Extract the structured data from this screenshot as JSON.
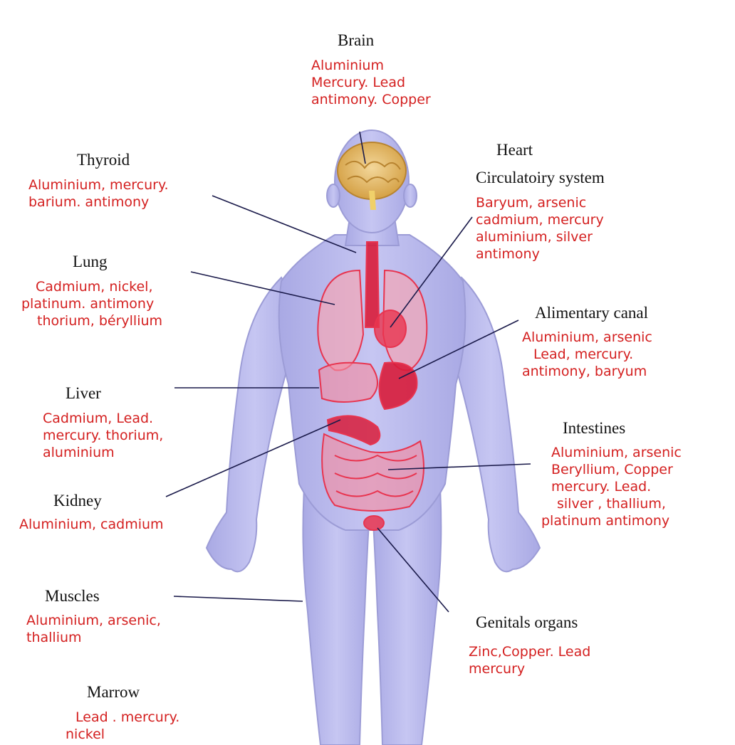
{
  "colors": {
    "organ_title": "#111111",
    "metal_text": "#d42020",
    "body_fill": "#b9b9ec",
    "organ_red": "#e8344f",
    "brain": "#e2b45a",
    "pointer_line": "#1a1a4a"
  },
  "labels": {
    "brain": {
      "title": "Brain",
      "metals": [
        "Aluminium",
        "Mercury. Lead",
        "antimony.  Copper"
      ]
    },
    "heart": {
      "title": "Heart",
      "metals": []
    },
    "circulatory": {
      "title": "Circulatoiry system",
      "metals": [
        "Baryum, arsenic",
        "cadmium, mercury",
        "aluminium, silver",
        "antimony"
      ]
    },
    "thyroid": {
      "title": "Thyroid",
      "metals": [
        "Aluminium, mercury.",
        "barium. antimony"
      ]
    },
    "lung": {
      "title": "Lung",
      "metals": [
        "Cadmium, nickel,",
        "platinum. antimony",
        "thorium, béryllium"
      ]
    },
    "alimentary": {
      "title": "Alimentary canal",
      "metals": [
        "Aluminium, arsenic",
        "Lead, mercury.",
        "antimony, baryum"
      ]
    },
    "liver": {
      "title": "Liver",
      "metals": [
        "Cadmium, Lead.",
        "mercury. thorium,",
        "aluminium"
      ]
    },
    "intestines": {
      "title": "Intestines",
      "metals": [
        "Aluminium, arsenic",
        "Beryllium, Copper",
        "mercury.  Lead.",
        "silver , thallium,",
        "platinum antimony"
      ]
    },
    "kidney": {
      "title": "Kidney",
      "metals": [
        "Aluminium, cadmium"
      ]
    },
    "muscles": {
      "title": "Muscles",
      "metals": [
        "Aluminium, arsenic,",
        "thallium"
      ]
    },
    "genitals": {
      "title": "Genitals organs",
      "metals": [
        "Zinc,Copper. Lead",
        "mercury"
      ]
    },
    "marrow": {
      "title": "Marrow",
      "metals": [
        "Lead . mercury.",
        "nickel"
      ]
    }
  }
}
